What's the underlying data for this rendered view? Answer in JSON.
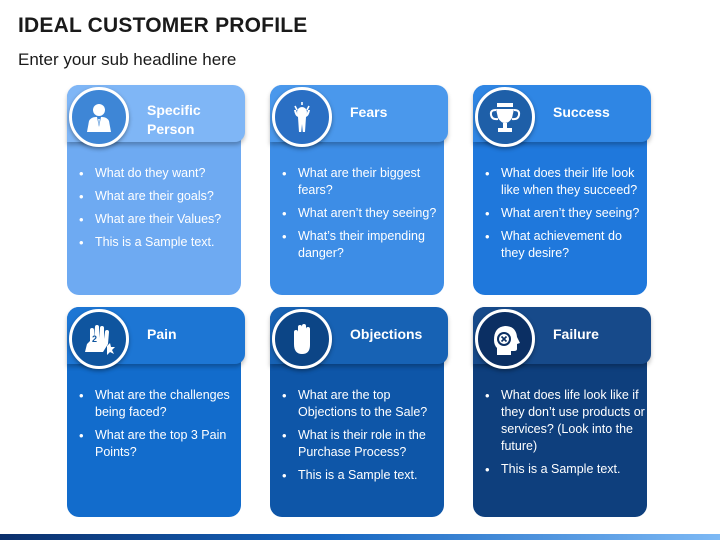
{
  "slide": {
    "title": "IDEAL CUSTOMER PROFILE",
    "subtitle": "Enter your sub headline here"
  },
  "cards": [
    {
      "heading": "Specific Person",
      "icon": "person-icon",
      "colors": {
        "tab": "#7fb6f6",
        "body": "#6eaaf2",
        "circle": "#3e86d6"
      },
      "items": [
        "What do they want?",
        "What are their goals?",
        "What are their Values?",
        "This is a Sample text."
      ]
    },
    {
      "heading": "Fears",
      "icon": "fear-icon",
      "colors": {
        "tab": "#4a98ec",
        "body": "#3d8de6",
        "circle": "#2a6fc4"
      },
      "items": [
        "What are their biggest fears?",
        "What aren’t they seeing?",
        "What’s their impending danger?"
      ]
    },
    {
      "heading": "Success",
      "icon": "trophy-icon",
      "colors": {
        "tab": "#2f86e4",
        "body": "#1f78dc",
        "circle": "#1e5fa8"
      },
      "items": [
        "What does their life look like when they succeed?",
        "What aren’t they seeing?",
        "What achievement do they desire?"
      ]
    },
    {
      "heading": "Pain",
      "icon": "pain-hand-icon",
      "colors": {
        "tab": "#1d76d4",
        "body": "#126ccc",
        "circle": "#0f559f"
      },
      "items": [
        "What are the challenges being faced?",
        "What are the top 3 Pain Points?"
      ]
    },
    {
      "heading": "Objections",
      "icon": "stop-hand-icon",
      "colors": {
        "tab": "#1762b4",
        "body": "#0e56a8",
        "circle": "#0c4586"
      },
      "items": [
        "What are the top Objections to the Sale?",
        "What is their role in the Purchase Process?",
        "This is a Sample text."
      ]
    },
    {
      "heading": "Failure",
      "icon": "failure-head-icon",
      "colors": {
        "tab": "#174a8a",
        "body": "#0e3f7d",
        "circle": "#0b2f63"
      },
      "items": [
        "What does life look like if they don’t use products or services? (Look into the future)",
        "This is a Sample text."
      ]
    }
  ]
}
